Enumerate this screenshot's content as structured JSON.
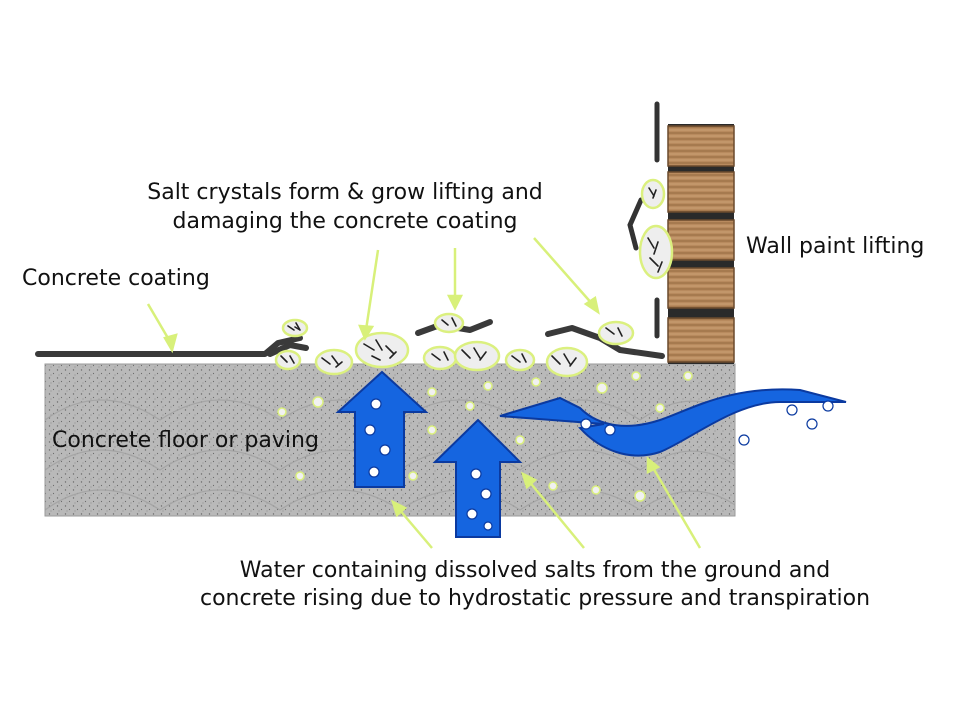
{
  "labels": {
    "salt_line1": "Salt crystals form & grow lifting and",
    "salt_line2": "damaging the concrete coating",
    "concrete_coating": "Concrete coating",
    "wall_paint": "Wall paint lifting",
    "concrete_floor": "Concrete floor or paving",
    "water_line1": "Water containing dissolved salts from the ground and",
    "water_line2": "concrete rising due to hydrostatic pressure and transpiration"
  },
  "colors": {
    "background": "#ffffff",
    "floor": "#b9b9b9",
    "coating": "#3a3a3a",
    "water_arrow": "#1565e0",
    "pointer": "#d8f07a",
    "crystal": "#e8e8e8",
    "brick": "#b88a5e",
    "brick_dark": "#6b4a2d"
  },
  "icons": {
    "up_arrow": "up-arrow-icon",
    "curved_arrow": "curved-arrow-icon",
    "salt_crystal": "salt-crystal-icon",
    "brick": "brick-icon"
  }
}
